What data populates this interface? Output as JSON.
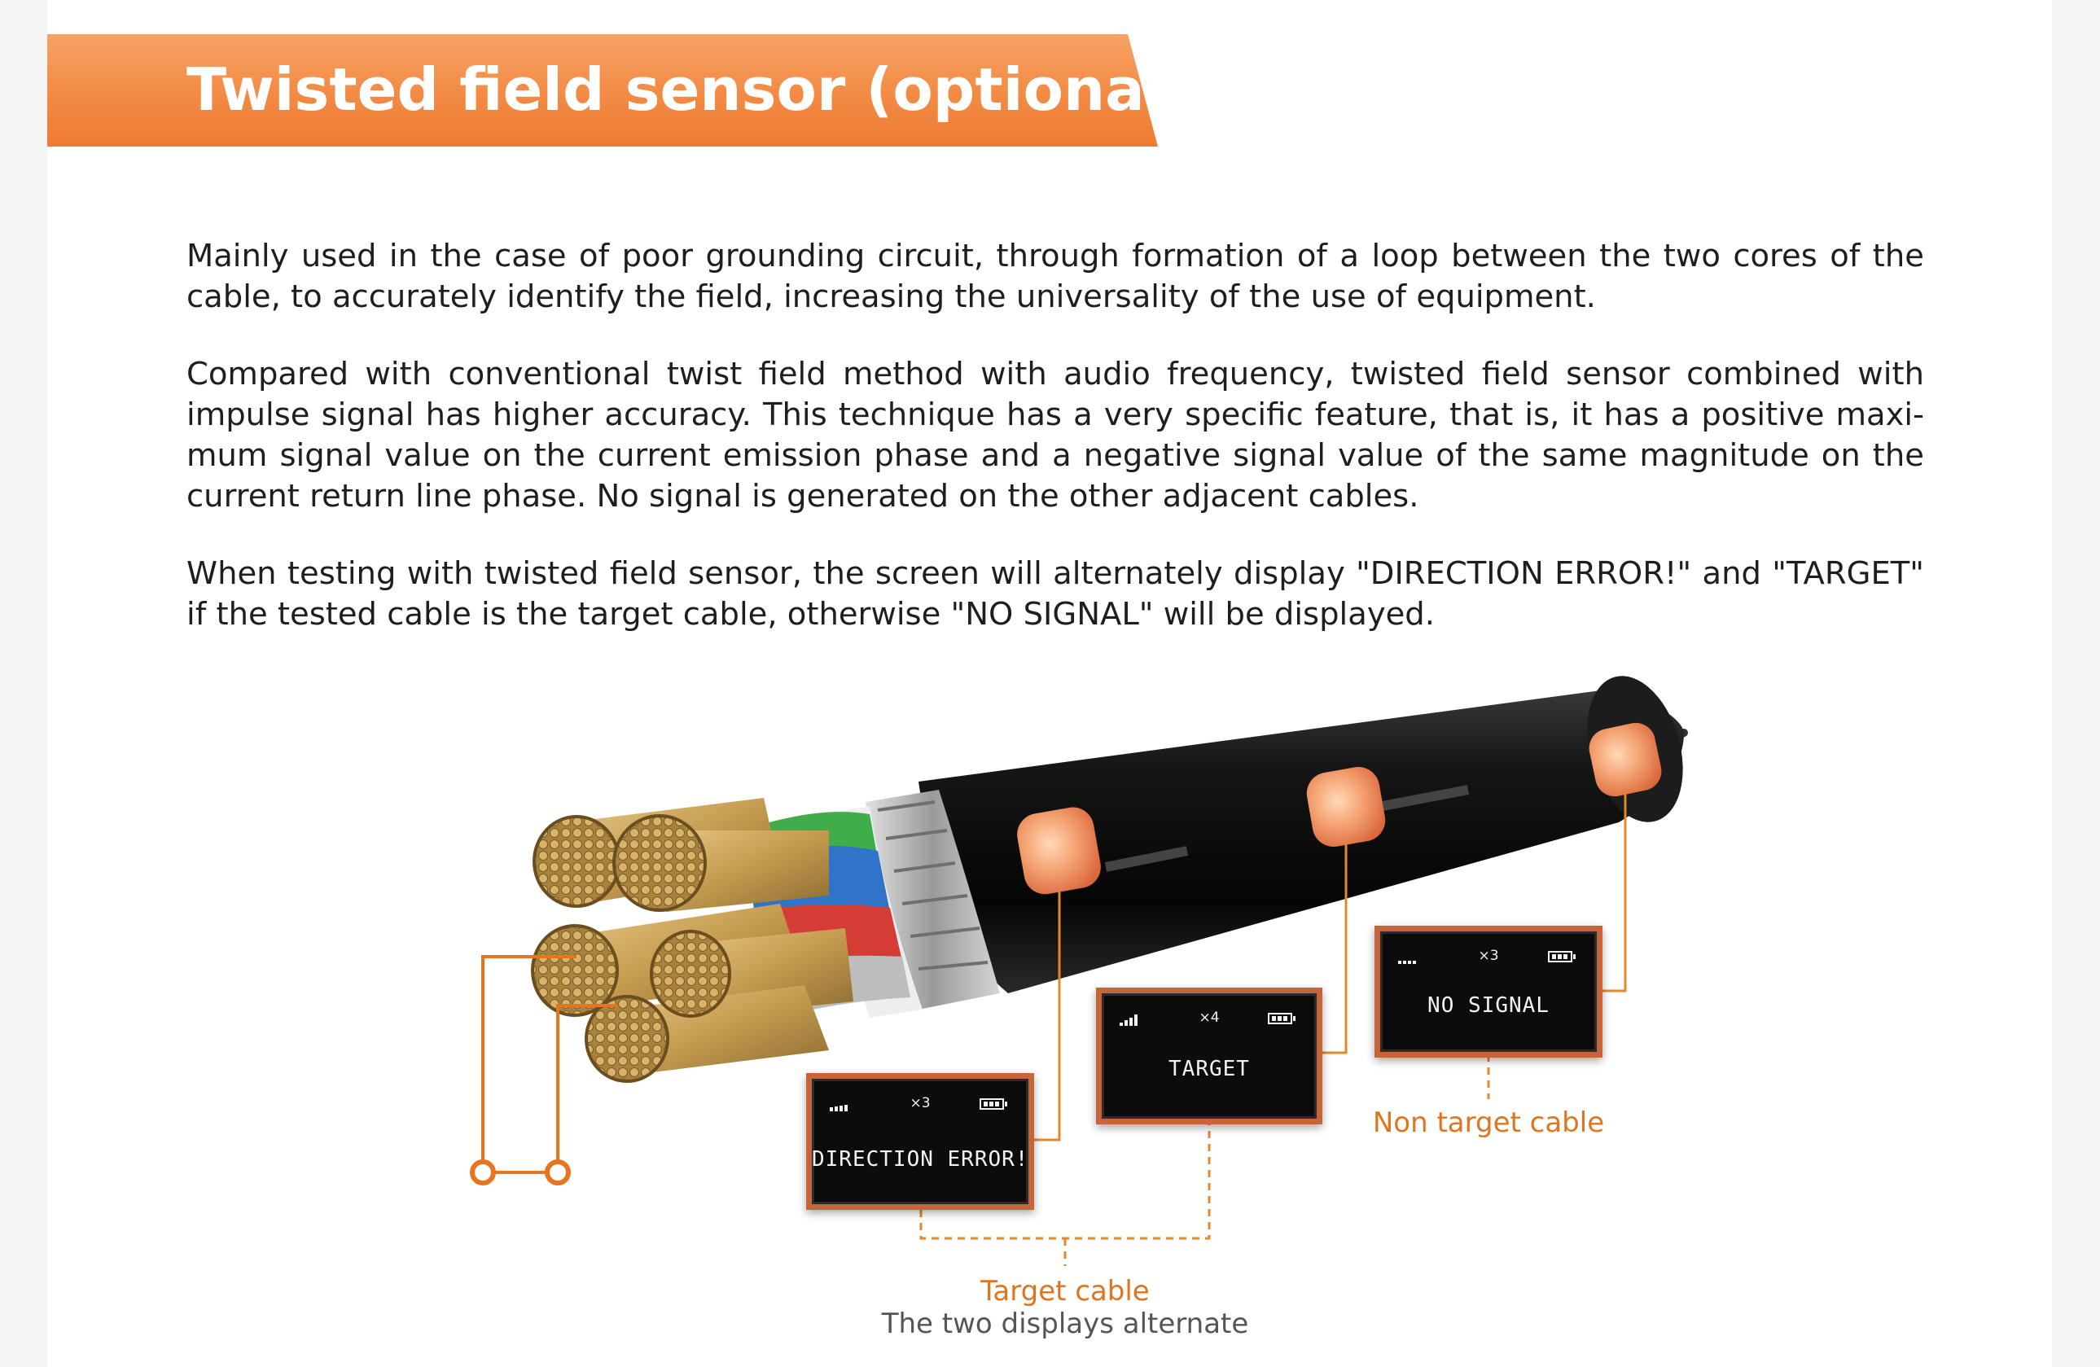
{
  "header": {
    "title": "Twisted field sensor (optional)"
  },
  "paragraphs": [
    "Mainly used in the case of poor grounding circuit, through formation of a loop between the two cores of the cable, to accurately identify the field, increasing the universality of the use of equipment.",
    "Compared with conventional twist field method with audio frequency, twisted field sensor combined with impulse signal has higher accuracy. This technique has a very specific feature, that is, it has a positive maxi-mum signal value on the current emission phase and a negative signal value of the same magnitude on the current return line phase. No signal is generated on the other adjacent cables.",
    "When testing with twisted field sensor, the screen will alternately display \"DIRECTION ERROR!\" and \"TARGET\" if the tested cable is the target cable, otherwise \"NO SIGNAL\" will be displayed."
  ],
  "screens": {
    "direction_error": {
      "multiplier": "×3",
      "message": "DIRECTION ERROR!"
    },
    "target": {
      "multiplier": "×4",
      "message": "TARGET"
    },
    "no_signal": {
      "multiplier": "×3",
      "message": "NO SIGNAL"
    }
  },
  "captions": {
    "target_cable": "Target cable",
    "alternate_note": "The two displays alternate",
    "non_target_cable": "Non target cable"
  },
  "colors": {
    "banner_orange": "#f28a44",
    "accent_orange": "#e0741f",
    "screen_border": "#c7653a",
    "cable_jacket": "#111111",
    "copper": "#c9a35a"
  }
}
